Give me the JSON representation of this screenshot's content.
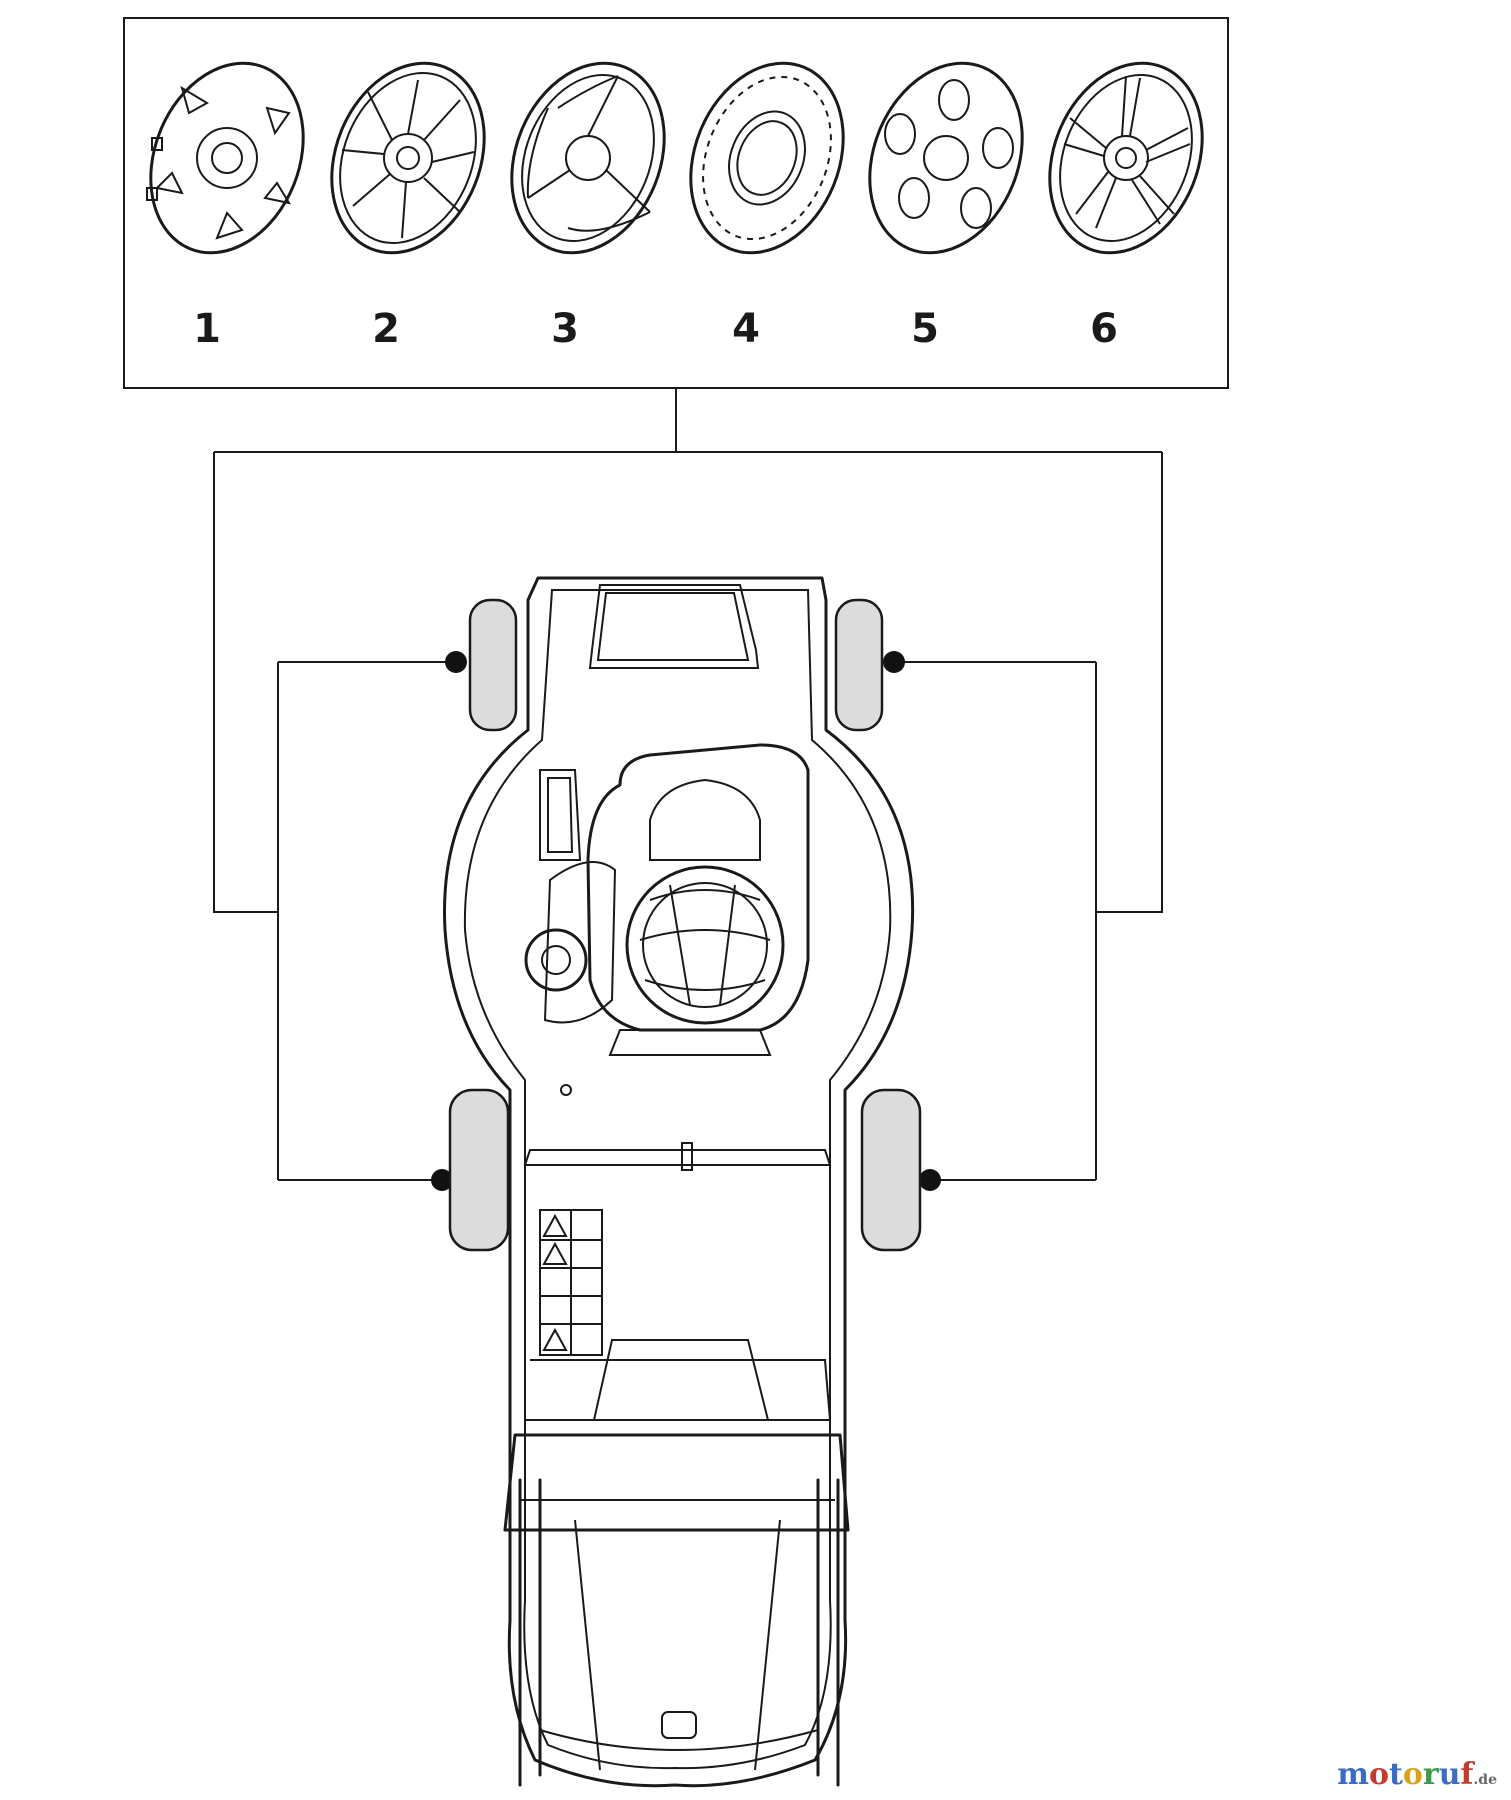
{
  "options": [
    {
      "number": "1",
      "style": "five-slot"
    },
    {
      "number": "2",
      "style": "multi-spoke"
    },
    {
      "number": "3",
      "style": "three-spoke"
    },
    {
      "number": "4",
      "style": "ring"
    },
    {
      "number": "5",
      "style": "five-hole"
    },
    {
      "number": "6",
      "style": "split-spoke"
    }
  ],
  "watermark": {
    "letters": [
      "m",
      "o",
      "t",
      "o",
      "r",
      "u",
      "f"
    ],
    "suffix": ".de"
  },
  "colors": {
    "line": "#1a1a1a",
    "wheel_fill": "#dcdcdc",
    "background": "#ffffff"
  }
}
